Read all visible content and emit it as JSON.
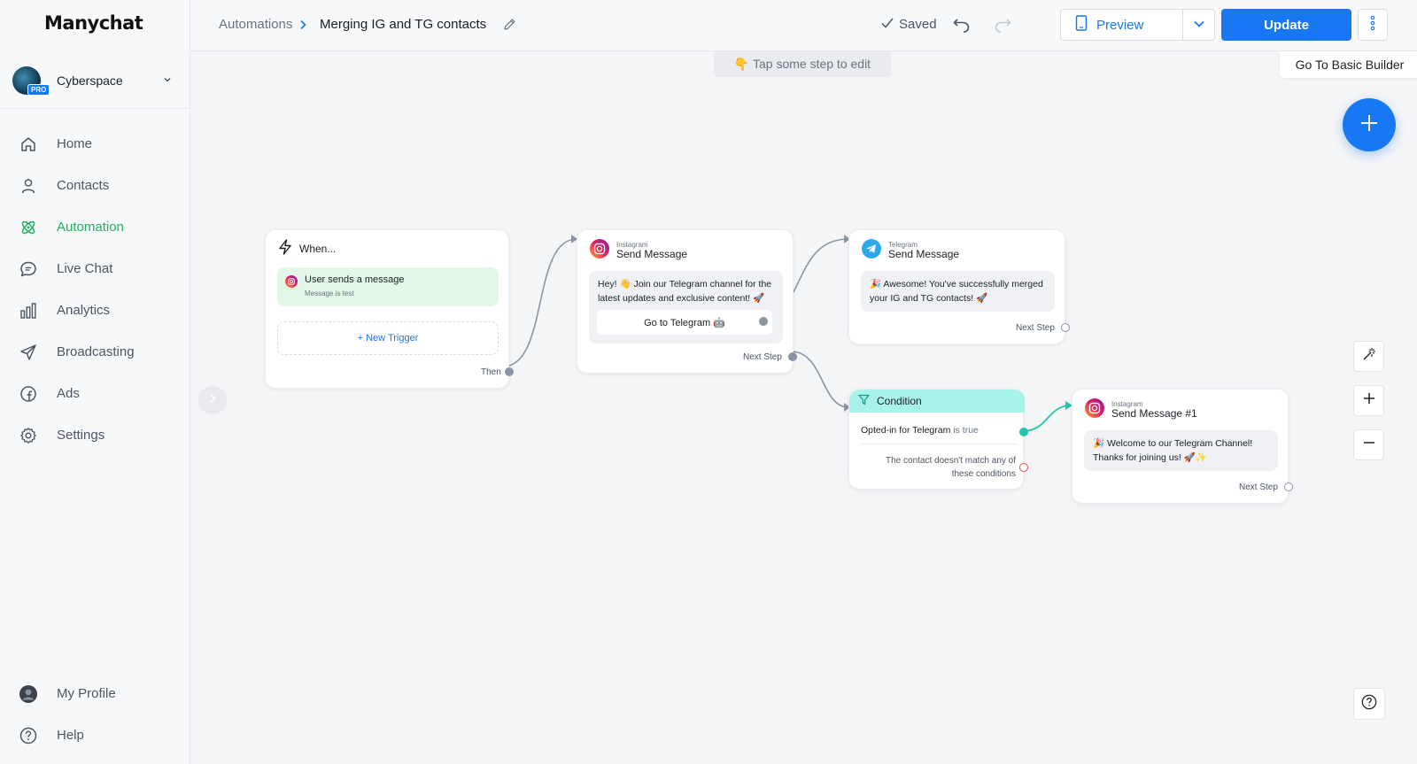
{
  "sidebar": {
    "logo": "Manychat",
    "workspace": {
      "name": "Cyberspace",
      "badge": "PRO"
    },
    "nav": [
      {
        "label": "Home",
        "icon": "home-icon"
      },
      {
        "label": "Contacts",
        "icon": "user-icon"
      },
      {
        "label": "Automation",
        "icon": "atom-icon",
        "active": true
      },
      {
        "label": "Live Chat",
        "icon": "chat-icon"
      },
      {
        "label": "Analytics",
        "icon": "bar-chart-icon"
      },
      {
        "label": "Broadcasting",
        "icon": "send-icon"
      },
      {
        "label": "Ads",
        "icon": "facebook-icon"
      },
      {
        "label": "Settings",
        "icon": "gear-icon"
      }
    ],
    "bottom": [
      {
        "label": "My Profile",
        "icon": "profile-avatar"
      },
      {
        "label": "Help",
        "icon": "help-icon"
      }
    ]
  },
  "header": {
    "breadcrumb_root": "Automations",
    "title": "Merging IG and TG contacts",
    "saved": "Saved",
    "preview": "Preview",
    "update": "Update"
  },
  "canvas": {
    "tap_hint": "👇 Tap some step to edit",
    "basic_builder": "Go To Basic Builder",
    "trigger_node": {
      "title": "When...",
      "trigger": "User sends a message",
      "trigger_sub": "Message is test",
      "new_trigger": "+ New Trigger",
      "port": "Then"
    },
    "ig_message_node": {
      "platform": "Instagram",
      "title": "Send Message",
      "text": "Hey! 👋 Join our Telegram channel for the latest updates and exclusive content! 🚀",
      "button": "Go to Telegram 🤖",
      "port": "Next Step"
    },
    "tg_message_node": {
      "platform": "Telegram",
      "title": "Send Message",
      "text": "🎉 Awesome! You've successfully merged your IG and TG contacts! 🚀",
      "port": "Next Step"
    },
    "condition_node": {
      "title": "Condition",
      "rule_field": "Opted-in for Telegram",
      "rule_op": "is true",
      "else": "The contact doesn't match any of these conditions"
    },
    "ig_message2_node": {
      "platform": "Instagram",
      "title": "Send Message #1",
      "text": "🎉 Welcome to our Telegram Channel! Thanks for joining us! 🚀✨",
      "port": "Next Step"
    }
  },
  "colors": {
    "accent": "#1877f2",
    "active_nav": "#21b15c",
    "condition_header": "#a9f2ea",
    "trigger_chip": "#e3f7e9",
    "port_true": "#22c7a9",
    "port_false": "#ef4b3f"
  }
}
